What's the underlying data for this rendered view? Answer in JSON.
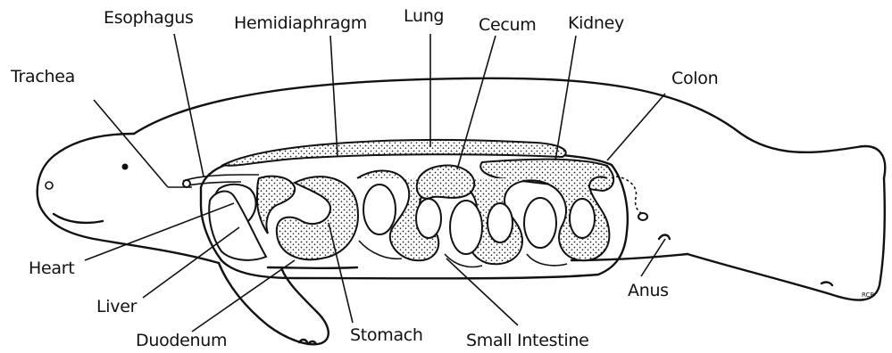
{
  "labels": {
    "esophagus": "Esophagus",
    "hemidiaphragm": "Hemidiaphragm",
    "lung": "Lung",
    "cecum": "Cecum",
    "kidney": "Kidney",
    "trachea": "Trachea",
    "colon": "Colon",
    "heart": "Heart",
    "liver": "Liver",
    "duodenum": "Duodenum",
    "stomach": "Stomach",
    "small_intestine": "Small Intestine",
    "anus": "Anus"
  },
  "signature": "RCB"
}
